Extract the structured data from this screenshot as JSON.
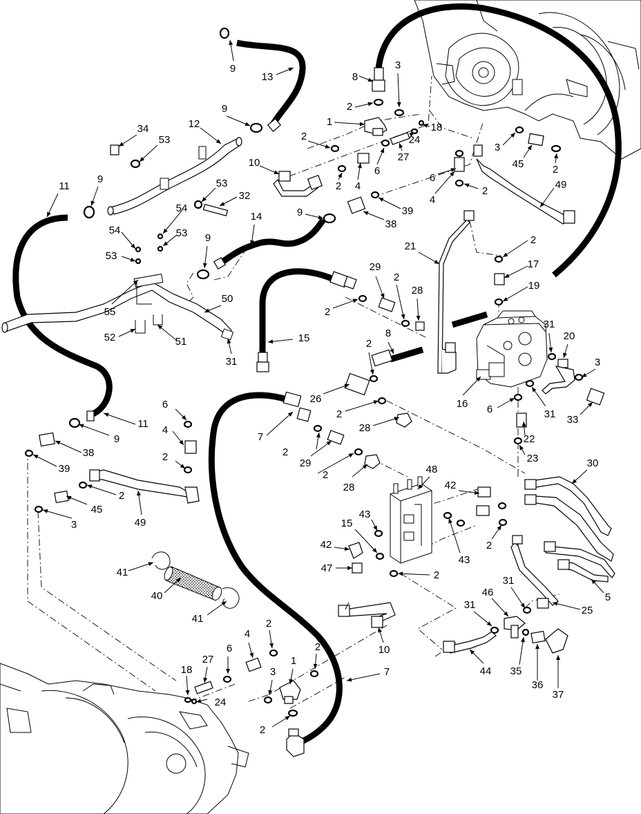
{
  "diagram": {
    "callouts": [
      {
        "id": "c-9a",
        "label": "9"
      },
      {
        "id": "c-13",
        "label": "13"
      },
      {
        "id": "c-8a",
        "label": "8"
      },
      {
        "id": "c-3a",
        "label": "3"
      },
      {
        "id": "c-2a",
        "label": "2"
      },
      {
        "id": "c-1a",
        "label": "1"
      },
      {
        "id": "c-18a",
        "label": "18"
      },
      {
        "id": "c-24a",
        "label": "24"
      },
      {
        "id": "c-34",
        "label": "34"
      },
      {
        "id": "c-53a",
        "label": "53"
      },
      {
        "id": "c-12",
        "label": "12"
      },
      {
        "id": "c-9b",
        "label": "9"
      },
      {
        "id": "c-2b",
        "label": "2"
      },
      {
        "id": "c-6a",
        "label": "6"
      },
      {
        "id": "c-27a",
        "label": "27"
      },
      {
        "id": "c-10a",
        "label": "10"
      },
      {
        "id": "c-2c",
        "label": "2"
      },
      {
        "id": "c-4a",
        "label": "4"
      },
      {
        "id": "c-3b",
        "label": "3"
      },
      {
        "id": "c-45a",
        "label": "45"
      },
      {
        "id": "c-2d",
        "label": "2"
      },
      {
        "id": "c-6b",
        "label": "6"
      },
      {
        "id": "c-4b",
        "label": "4"
      },
      {
        "id": "c-2e",
        "label": "2"
      },
      {
        "id": "c-49a",
        "label": "49"
      },
      {
        "id": "c-11a",
        "label": "11"
      },
      {
        "id": "c-9c",
        "label": "9"
      },
      {
        "id": "c-53b",
        "label": "53"
      },
      {
        "id": "c-32",
        "label": "32"
      },
      {
        "id": "c-39a",
        "label": "39"
      },
      {
        "id": "c-9d",
        "label": "9"
      },
      {
        "id": "c-38a",
        "label": "38"
      },
      {
        "id": "c-54a",
        "label": "54"
      },
      {
        "id": "c-53c",
        "label": "53"
      },
      {
        "id": "c-54b",
        "label": "54"
      },
      {
        "id": "c-14",
        "label": "14"
      },
      {
        "id": "c-53d",
        "label": "53"
      },
      {
        "id": "c-9e",
        "label": "9"
      },
      {
        "id": "c-21",
        "label": "21"
      },
      {
        "id": "c-2f",
        "label": "2"
      },
      {
        "id": "c-17",
        "label": "17"
      },
      {
        "id": "c-19",
        "label": "19"
      },
      {
        "id": "c-29a",
        "label": "29"
      },
      {
        "id": "c-2g",
        "label": "2"
      },
      {
        "id": "c-28a",
        "label": "28"
      },
      {
        "id": "c-2h",
        "label": "2"
      },
      {
        "id": "c-55",
        "label": "55"
      },
      {
        "id": "c-50",
        "label": "50"
      },
      {
        "id": "c-15a",
        "label": "15"
      },
      {
        "id": "c-52",
        "label": "52"
      },
      {
        "id": "c-51",
        "label": "51"
      },
      {
        "id": "c-31a",
        "label": "31"
      },
      {
        "id": "c-2i",
        "label": "2"
      },
      {
        "id": "c-8b",
        "label": "8"
      },
      {
        "id": "c-31b",
        "label": "31"
      },
      {
        "id": "c-20",
        "label": "20"
      },
      {
        "id": "c-3c",
        "label": "3"
      },
      {
        "id": "c-26",
        "label": "26"
      },
      {
        "id": "c-2j",
        "label": "2"
      },
      {
        "id": "c-16",
        "label": "16"
      },
      {
        "id": "c-6c",
        "label": "6"
      },
      {
        "id": "c-31c",
        "label": "31"
      },
      {
        "id": "c-33",
        "label": "33"
      },
      {
        "id": "c-7a",
        "label": "7"
      },
      {
        "id": "c-28b",
        "label": "28"
      },
      {
        "id": "c-22",
        "label": "22"
      },
      {
        "id": "c-11b",
        "label": "11"
      },
      {
        "id": "c-6d",
        "label": "6"
      },
      {
        "id": "c-4c",
        "label": "4"
      },
      {
        "id": "c-38b",
        "label": "38"
      },
      {
        "id": "c-9f",
        "label": "9"
      },
      {
        "id": "c-2k",
        "label": "2"
      },
      {
        "id": "c-29b",
        "label": "29"
      },
      {
        "id": "c-23",
        "label": "23"
      },
      {
        "id": "c-30",
        "label": "30"
      },
      {
        "id": "c-2l",
        "label": "2"
      },
      {
        "id": "c-39b",
        "label": "39"
      },
      {
        "id": "c-2m",
        "label": "2"
      },
      {
        "id": "c-2n",
        "label": "2"
      },
      {
        "id": "c-28c",
        "label": "28"
      },
      {
        "id": "c-48",
        "label": "48"
      },
      {
        "id": "c-42a",
        "label": "42"
      },
      {
        "id": "c-45b",
        "label": "45"
      },
      {
        "id": "c-49b",
        "label": "49"
      },
      {
        "id": "c-3d",
        "label": "3"
      },
      {
        "id": "c-43a",
        "label": "43"
      },
      {
        "id": "c-15b",
        "label": "15"
      },
      {
        "id": "c-43b",
        "label": "43"
      },
      {
        "id": "c-2o",
        "label": "2"
      },
      {
        "id": "c-42b",
        "label": "42"
      },
      {
        "id": "c-47",
        "label": "47"
      },
      {
        "id": "c-2p",
        "label": "2"
      },
      {
        "id": "c-41a",
        "label": "41"
      },
      {
        "id": "c-40",
        "label": "40"
      },
      {
        "id": "c-5",
        "label": "5"
      },
      {
        "id": "c-41b",
        "label": "41"
      },
      {
        "id": "c-31d",
        "label": "31"
      },
      {
        "id": "c-46",
        "label": "46"
      },
      {
        "id": "c-25",
        "label": "25"
      },
      {
        "id": "c-31e",
        "label": "31"
      },
      {
        "id": "c-2q",
        "label": "2"
      },
      {
        "id": "c-10b",
        "label": "10"
      },
      {
        "id": "c-4d",
        "label": "4"
      },
      {
        "id": "c-2r",
        "label": "2"
      },
      {
        "id": "c-27b",
        "label": "27"
      },
      {
        "id": "c-6e",
        "label": "6"
      },
      {
        "id": "c-1b",
        "label": "1"
      },
      {
        "id": "c-18b",
        "label": "18"
      },
      {
        "id": "c-3e",
        "label": "3"
      },
      {
        "id": "c-7b",
        "label": "7"
      },
      {
        "id": "c-44",
        "label": "44"
      },
      {
        "id": "c-35",
        "label": "35"
      },
      {
        "id": "c-36",
        "label": "36"
      },
      {
        "id": "c-37",
        "label": "37"
      },
      {
        "id": "c-24b",
        "label": "24"
      },
      {
        "id": "c-2s",
        "label": "2"
      }
    ]
  }
}
